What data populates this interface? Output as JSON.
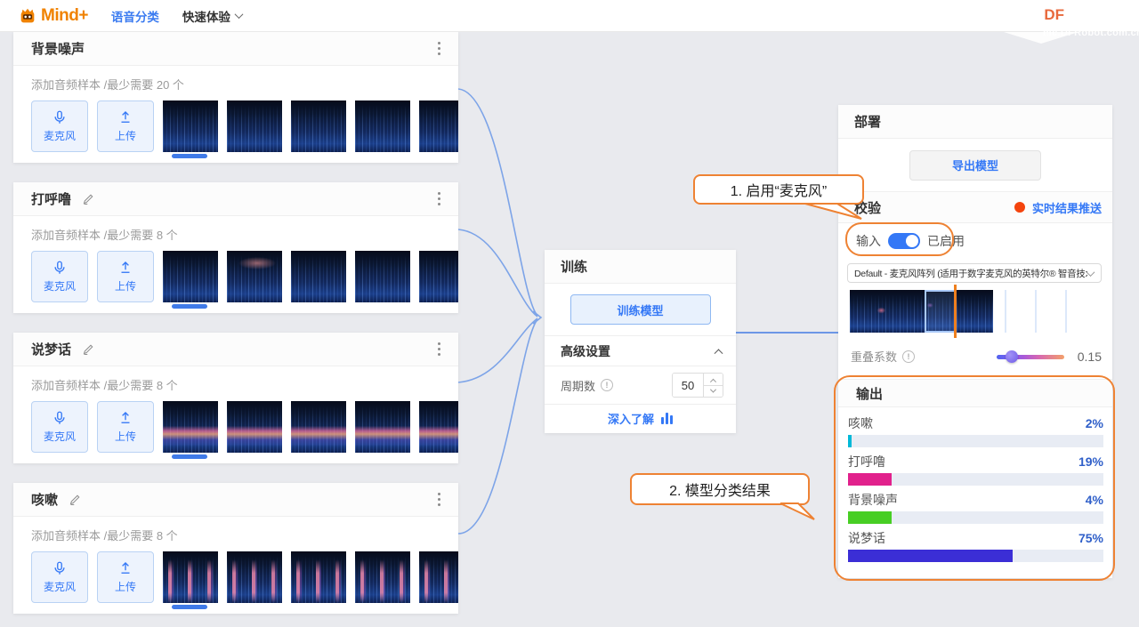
{
  "topbar": {
    "brand": "Mind+",
    "nav_voice": "语音分类",
    "nav_quick": "快速体验",
    "df": "DF",
    "watermark": "mc.DFRobot.com.cn"
  },
  "classes": [
    {
      "title": "背景噪声",
      "hint": "添加音频样本 /最少需要 20 个",
      "mic_label": "麦克风",
      "upload_label": "上传"
    },
    {
      "title": "打呼噜",
      "hint": "添加音频样本 /最少需要 8 个",
      "mic_label": "麦克风",
      "upload_label": "上传"
    },
    {
      "title": "说梦话",
      "hint": "添加音频样本 /最少需要 8 个",
      "mic_label": "麦克风",
      "upload_label": "上传"
    },
    {
      "title": "咳嗽",
      "hint": "添加音频样本 /最少需要 8 个",
      "mic_label": "麦克风",
      "upload_label": "上传"
    }
  ],
  "training": {
    "title": "训练",
    "train_button": "训练模型",
    "advanced": "高级设置",
    "epochs_label": "周期数",
    "epochs_value": "50",
    "learn_more": "深入了解"
  },
  "deploy": {
    "title": "部署",
    "export_button": "导出模型",
    "validate": {
      "title": "校验",
      "push_link": "实时结果推送",
      "input_label": "输入",
      "input_state": "已启用",
      "device": "Default - 麦克风阵列 (适用于数字麦克风的英特尔® 智音技术)",
      "overlap_label": "重叠系数",
      "overlap_value": "0.15"
    }
  },
  "output": {
    "title": "输出",
    "rows": [
      {
        "label": "咳嗽",
        "percent": "2%",
        "bar_width": "1.5%",
        "color": "#00b9d8"
      },
      {
        "label": "打呼噜",
        "percent": "19%",
        "bar_width": "17%",
        "color": "#e1218c"
      },
      {
        "label": "背景噪声",
        "percent": "4%",
        "bar_width": "17%",
        "color": "#47ce24"
      },
      {
        "label": "说梦话",
        "percent": "75%",
        "bar_width": "64.5%",
        "color": "#3b2ed6"
      }
    ]
  },
  "callouts": {
    "one": "1. 启用“麦克风”",
    "two": "2. 模型分类结果"
  },
  "colors": {
    "accent_blue": "#3478f6",
    "annotation_orange": "#ee8233",
    "push_dot_red": "#f4440e",
    "connector_blue": "#7da4e8"
  },
  "icons": {
    "brand": "robot-head",
    "edit": "pencil",
    "card_menu": "kebab-dots",
    "mic": "microphone",
    "upload": "upload-arrow",
    "epochs_info": "info-circle",
    "learn_more": "bar-chart",
    "advanced_collapse": "chevron-up",
    "device_dropdown": "chevron-down",
    "push_status": "red-dot"
  }
}
